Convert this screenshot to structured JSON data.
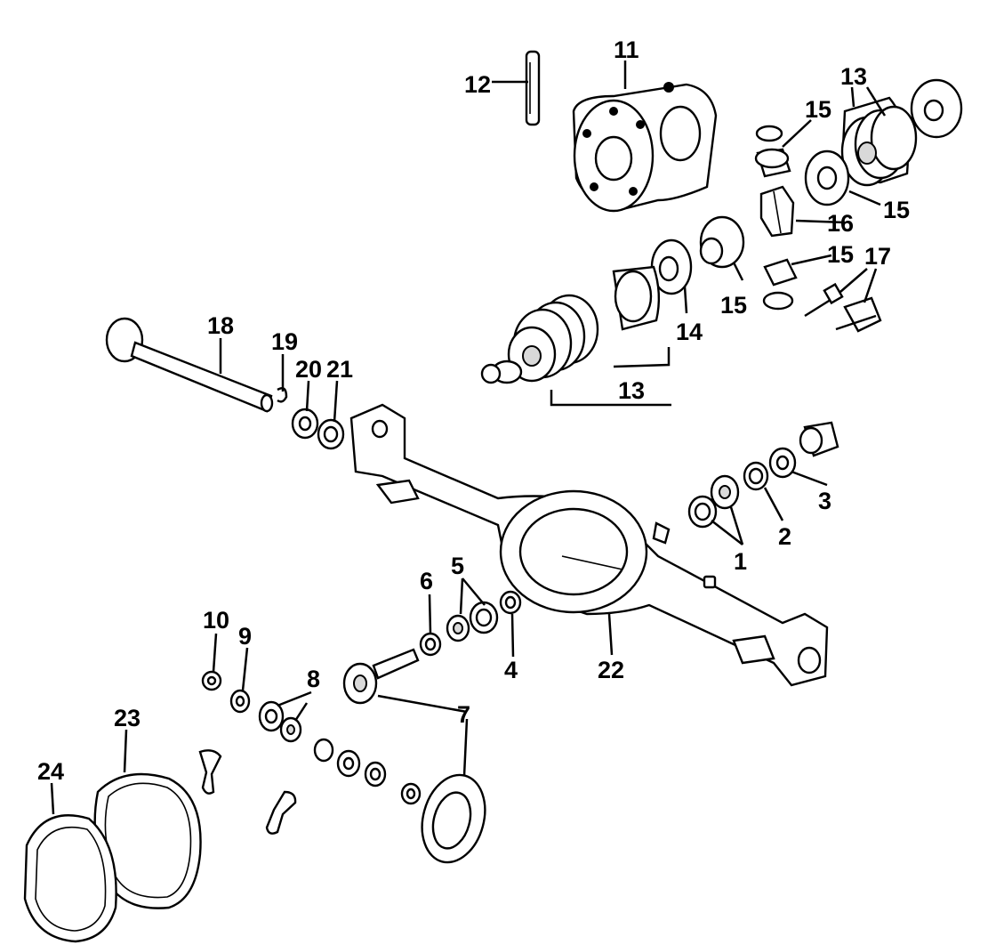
{
  "callouts": {
    "c1": "1",
    "c2": "2",
    "c3": "3",
    "c4": "4",
    "c5": "5",
    "c6": "6",
    "c7": "7",
    "c8": "8",
    "c9": "9",
    "c10": "10",
    "c11": "11",
    "c12": "12",
    "c13a": "13",
    "c13b": "13",
    "c14": "14",
    "c15a": "15",
    "c15b": "15",
    "c15c": "15",
    "c15d": "15",
    "c16": "16",
    "c17": "17",
    "c18": "18",
    "c19": "19",
    "c20": "20",
    "c21": "21",
    "c22": "22",
    "c23": "23",
    "c24": "24"
  }
}
